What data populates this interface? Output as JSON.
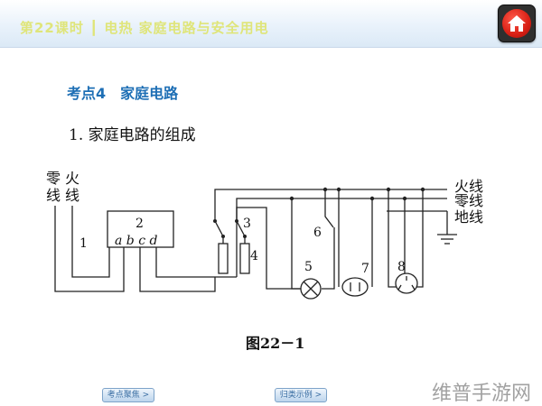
{
  "header": {
    "title": "第22课时 ┃ 电热 家庭电路与安全用电",
    "home_icon": "house-icon",
    "home_color": "#d81f14"
  },
  "section_title": "考点4　家庭电路",
  "subtitle": "1.  家庭电路的组成",
  "diagram": {
    "labels": {
      "neutral_vertical_1": "零",
      "neutral_vertical_2": "线",
      "live_vertical_1": "火",
      "live_vertical_2": "线",
      "live_right": "火线",
      "neutral_right": "零线",
      "ground_right": "地线",
      "n1": "1",
      "n2": "2",
      "meter_terminals": "a b c d",
      "n3": "3",
      "n4": "4",
      "n5": "5",
      "n6": "6",
      "n7": "7",
      "n8": "8"
    }
  },
  "caption": "图22－1",
  "nav": {
    "prev_label": "考点聚焦 >",
    "next_label": "归类示例 >"
  },
  "watermark": "维普手游网"
}
